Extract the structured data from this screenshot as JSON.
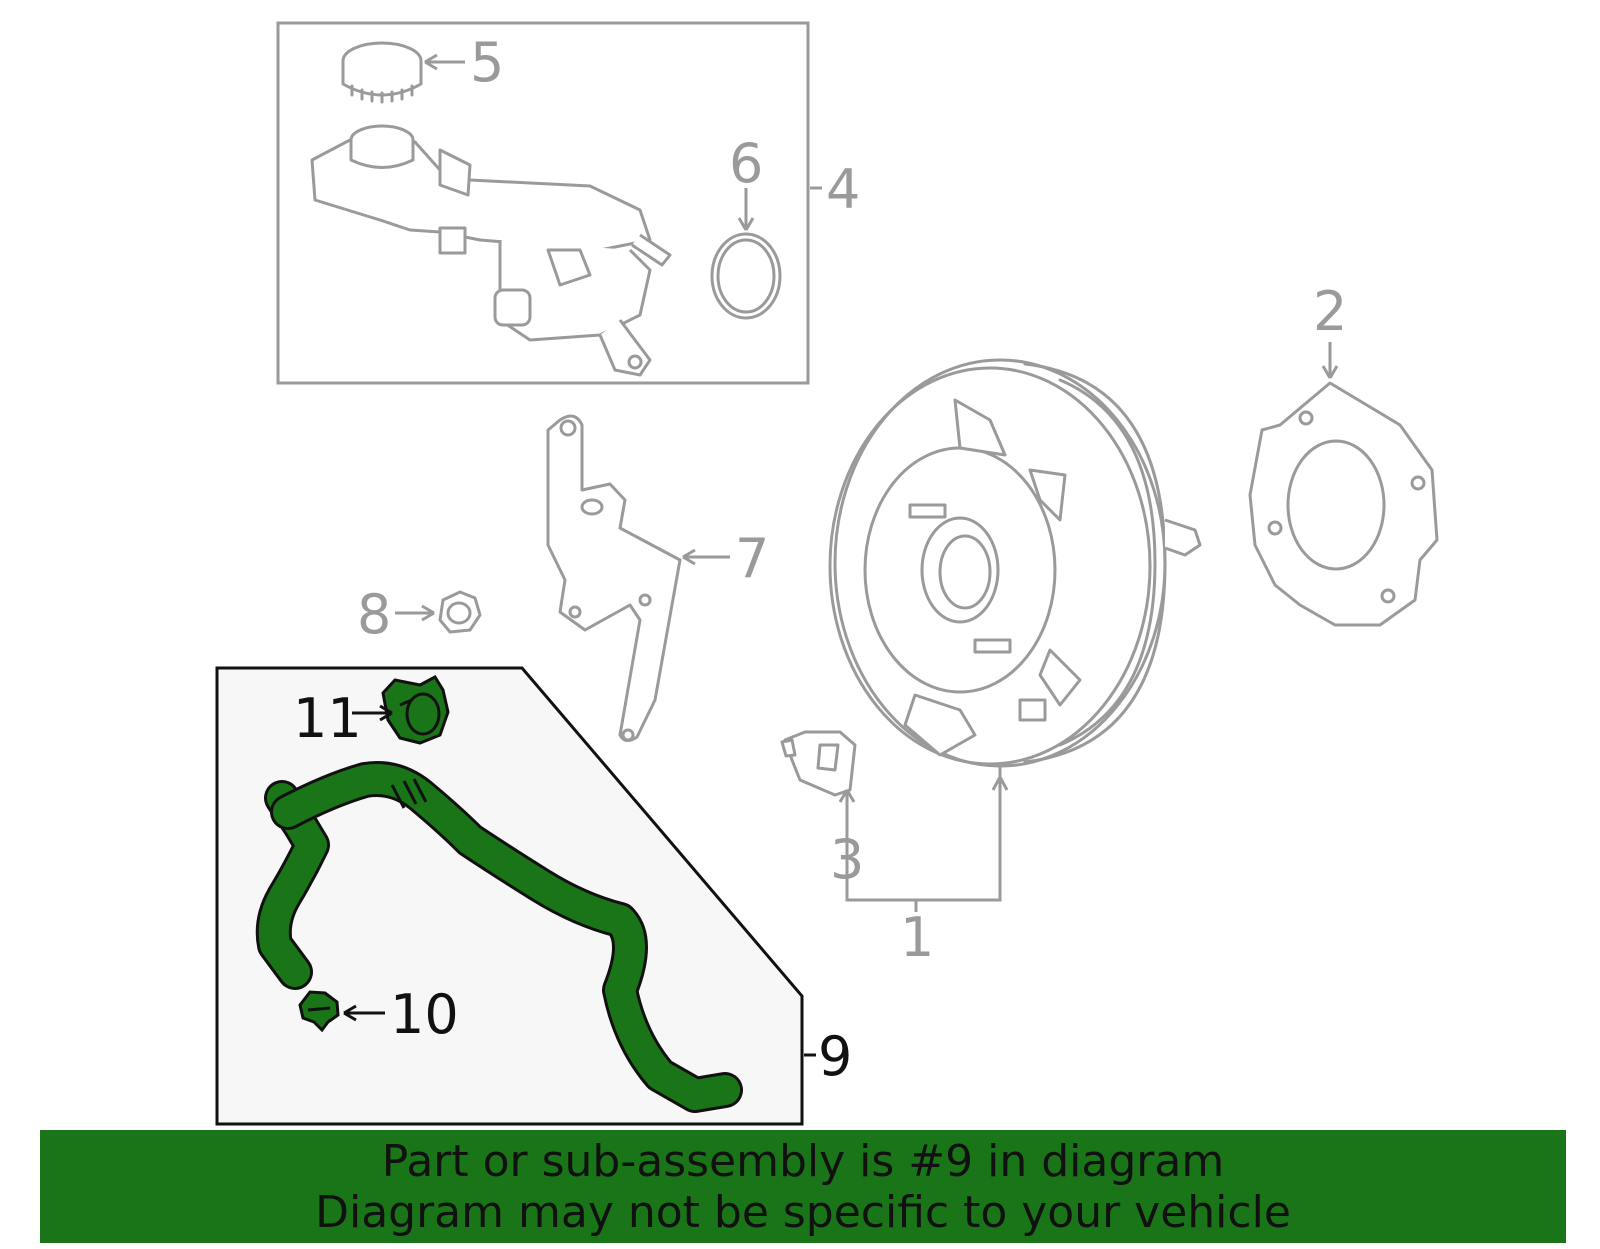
{
  "callouts": {
    "c1": "1",
    "c2": "2",
    "c3": "3",
    "c4": "4",
    "c5": "5",
    "c6": "6",
    "c7": "7",
    "c8": "8",
    "c9": "9",
    "c10": "10",
    "c11": "11"
  },
  "banner": {
    "line1": "Part or sub-assembly is #9 in diagram",
    "line2": "Diagram may not be specific to your vehicle"
  },
  "colors": {
    "highlight_green": "#1a7518",
    "part_grey": "#9a9a9a",
    "outline_black": "#111111"
  },
  "icons": {
    "part1": "brake-booster-icon",
    "part2": "gasket-icon",
    "part3": "sensor-icon",
    "part4": "master-cylinder-icon",
    "part5": "reservoir-cap-icon",
    "part6": "o-ring-icon",
    "part7": "bracket-icon",
    "part8": "nut-icon",
    "part9": "vacuum-hose-icon",
    "part10": "hose-clamp-icon",
    "part11": "hose-clamp-icon"
  }
}
